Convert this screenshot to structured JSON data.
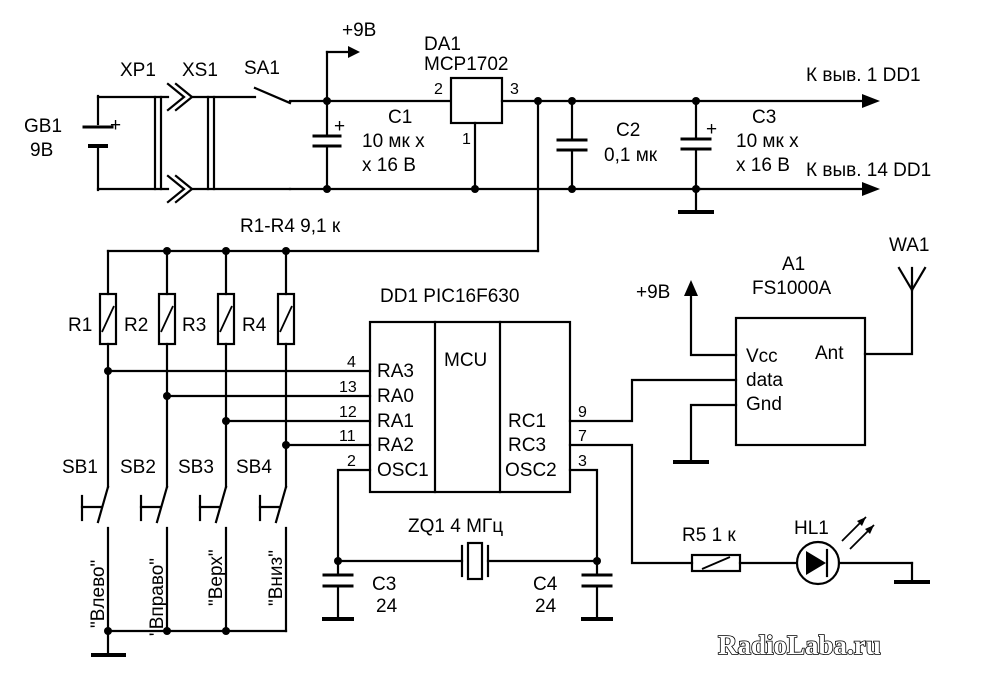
{
  "battery": {
    "ref": "GB1",
    "value": "9В"
  },
  "connectors": {
    "plug": "XP1",
    "socket": "XS1"
  },
  "switch": {
    "ref": "SA1"
  },
  "supply_label": "+9В",
  "regulator": {
    "ref": "DA1",
    "part": "MCP1702",
    "pin_in": "2",
    "pin_out": "3",
    "pin_gnd": "1"
  },
  "capacitors": {
    "c1": {
      "ref": "C1",
      "line1": "10 мк х",
      "line2": "х 16 В"
    },
    "c2": {
      "ref": "C2",
      "value": "0,1 мк"
    },
    "c3_power": {
      "ref": "C3",
      "line1": "10 мк х",
      "line2": "х 16 В"
    },
    "c3": {
      "ref": "C3",
      "value": "24"
    },
    "c4": {
      "ref": "C4",
      "value": "24"
    }
  },
  "outputs": {
    "out1": "К выв. 1 DD1",
    "out14": "К выв. 14 DD1"
  },
  "resistor_group": "R1-R4 9,1 к",
  "resistors": [
    "R1",
    "R2",
    "R3",
    "R4"
  ],
  "mcu": {
    "ref": "DD1 PIC16F630",
    "core": "MCU",
    "left_pins": [
      {
        "num": "4",
        "name": "RA3"
      },
      {
        "num": "13",
        "name": "RA0"
      },
      {
        "num": "12",
        "name": "RA1"
      },
      {
        "num": "11",
        "name": "RA2"
      },
      {
        "num": "2",
        "name": "OSC1"
      }
    ],
    "right_pins": [
      {
        "num": "9",
        "name": "RC1"
      },
      {
        "num": "7",
        "name": "RC3"
      },
      {
        "num": "3",
        "name": "OSC2"
      }
    ]
  },
  "buttons": [
    {
      "ref": "SB1",
      "label": "\"Влево\""
    },
    {
      "ref": "SB2",
      "label": "\"Вправо\""
    },
    {
      "ref": "SB3",
      "label": "\"Верх\""
    },
    {
      "ref": "SB4",
      "label": "\"Вниз\""
    }
  ],
  "crystal": {
    "label": "ZQ1 4 МГц"
  },
  "rf_module": {
    "ref": "A1",
    "part": "FS1000A",
    "pin_vcc": "Vcc",
    "pin_data": "data",
    "pin_gnd": "Gnd",
    "pin_ant": "Ant",
    "supply": "+9В"
  },
  "antenna": {
    "ref": "WA1"
  },
  "r5": {
    "label": "R5 1 к"
  },
  "led": {
    "ref": "HL1"
  },
  "watermark": "RadioLaba.ru"
}
